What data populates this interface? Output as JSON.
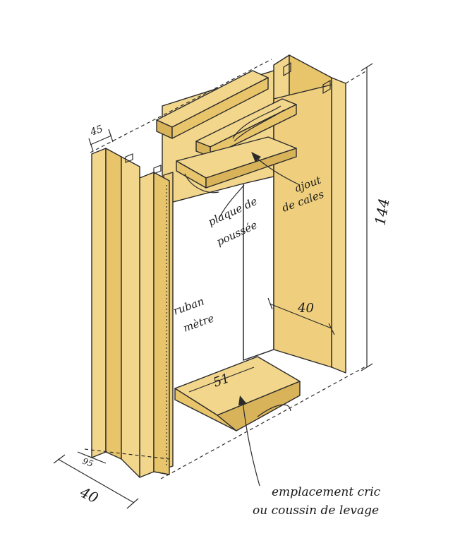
{
  "colors": {
    "wood_light": "#f2d68c",
    "wood_mid": "#e8c46a",
    "wood_dark": "#d4a94a",
    "ink": "#2b2b2b"
  },
  "labels": {
    "plaque_line1": "plaque de",
    "plaque_line2": "poussée",
    "ajout_line1": "ajout",
    "ajout_line2": "de cales",
    "ruban_line1": "ruban",
    "ruban_line2": "mètre",
    "emplacement_line1": "emplacement cric",
    "emplacement_line2": "ou coussin de levage"
  },
  "dimensions": {
    "top_thickness": "45",
    "height": "144",
    "inner_width": "40",
    "base_width": "51",
    "foot_thickness": "95",
    "foot_depth": "40"
  },
  "icons": [
    "bracket-icon",
    "handle-icon",
    "arrow-icon"
  ]
}
